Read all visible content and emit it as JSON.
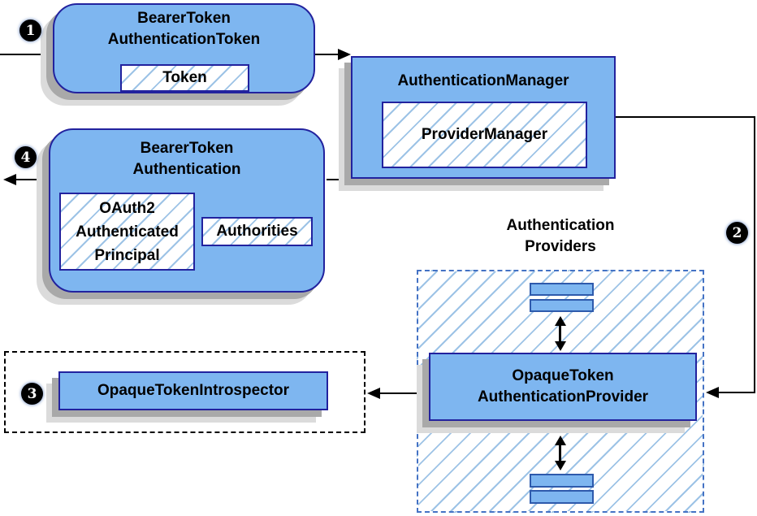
{
  "nodes": {
    "bearer_token_authentication_token": {
      "line1": "BearerToken",
      "line2": "AuthenticationToken",
      "token_label": "Token"
    },
    "authentication_manager": {
      "title": "AuthenticationManager",
      "provider_manager_label": "ProviderManager"
    },
    "bearer_token_authentication": {
      "line1": "BearerToken",
      "line2": "Authentication",
      "principal_line1": "OAuth2",
      "principal_line2": "Authenticated",
      "principal_line3": "Principal",
      "authorities_label": "Authorities"
    },
    "authentication_providers": {
      "line1": "Authentication",
      "line2": "Providers"
    },
    "opaque_token_authentication_provider": {
      "line1": "OpaqueToken",
      "line2": "AuthenticationProvider"
    },
    "opaque_token_introspector": {
      "title": "OpaqueTokenIntrospector"
    }
  },
  "steps": {
    "step1": "1",
    "step2": "2",
    "step3": "3",
    "step4": "4"
  },
  "colors": {
    "node_fill": "#7EB6F0",
    "node_border": "#22229E",
    "hatch_line": "#9DC3E6",
    "providers_dashed_border": "#4472C4",
    "introspector_dashed_border": "#000000",
    "connector": "#000000",
    "shadow_dark": "#A9A9A9",
    "shadow_light": "#DBDBDB",
    "badge_bg": "#000000",
    "badge_text": "#FFFFFF"
  }
}
